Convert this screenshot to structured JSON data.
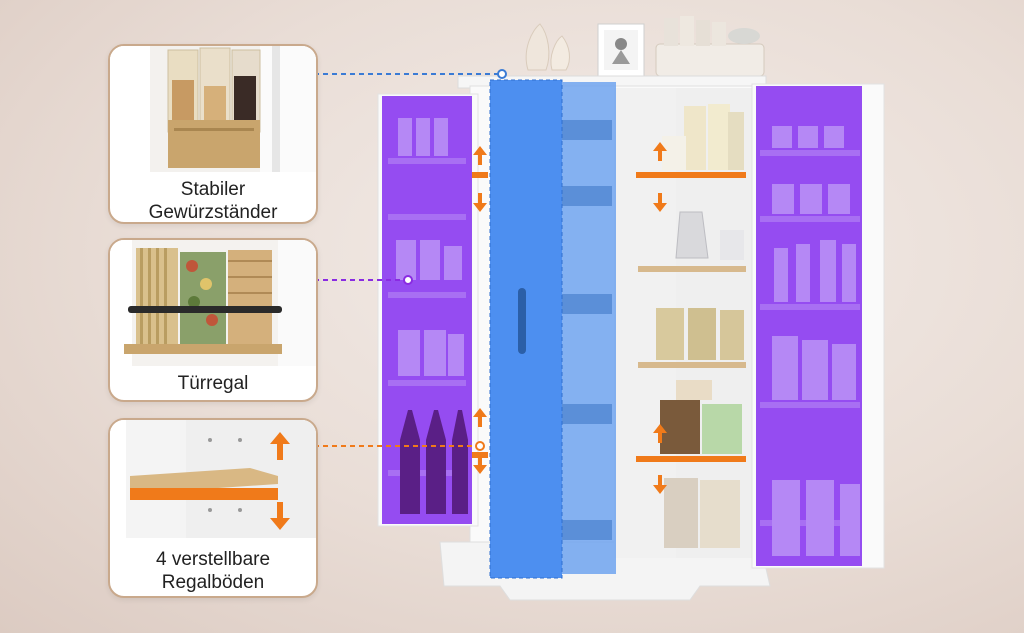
{
  "features": [
    {
      "caption_line1": "Stabiler",
      "caption_line2": "Gewürzständer",
      "marker_color": "#3a7bd5"
    },
    {
      "caption_line1": "Türregal",
      "caption_line2": "",
      "marker_color": "#8a2be2"
    },
    {
      "caption_line1": "4 verstellbare",
      "caption_line2": "Regalböden",
      "marker_color": "#f07a1a"
    }
  ],
  "colors": {
    "blue_highlight": "#4d8ff0",
    "purple_highlight": "#8c3df0",
    "orange_shelf": "#f07a1a",
    "card_border": "#c9a98c"
  },
  "icons": [
    "up-down-arrow-icon",
    "wine-bottle-icon",
    "jar-icon"
  ]
}
